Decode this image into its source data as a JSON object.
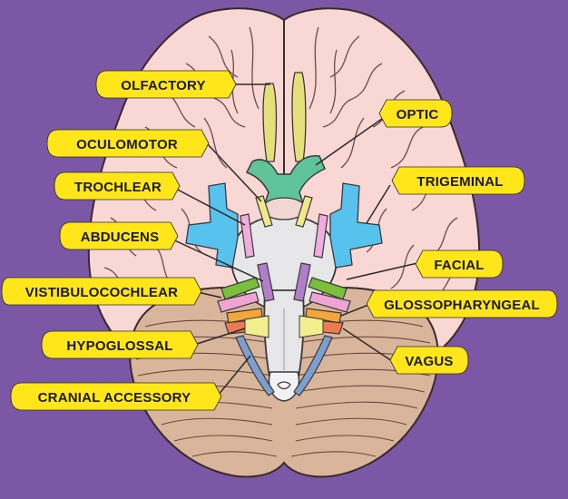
{
  "colors": {
    "background": "#7b57a6",
    "cerebrum": "#f8d7d5",
    "cerebellum": "#d9b59b",
    "brainstem": "#e7e7ea",
    "label_fill": "#ffe61a",
    "olfactory": "#e6e07a",
    "optic": "#5fc49a",
    "oculomotor": "#f1e88a",
    "trochlear": "#f2ade0",
    "trigeminal": "#58c2ee",
    "abducens": "#b17ec9",
    "facial": "#7bbf3c",
    "vestibulocochlear": "#f0a4d4",
    "glossopharyngeal": "#f4a63a",
    "vagus": "#ee7a54",
    "hypoglossal": "#f0ee8e",
    "accessory": "#7e9ed0"
  },
  "labels": {
    "olfactory": "OLFACTORY",
    "optic": "OPTIC",
    "oculomotor": "OCULOMOTOR",
    "trochlear": "TROCHLEAR",
    "trigeminal": "TRIGEMINAL",
    "abducens": "ABDUCENS",
    "facial": "FACIAL",
    "vistibulocochlear": "VISTIBULOCOCHLEAR",
    "glossopharyngeal": "GLOSSOPHARYNGEAL",
    "hypoglossal": "HYPOGLOSSAL",
    "vagus": "VAGUS",
    "cranial_accessory": "CRANIAL ACCESSORY"
  }
}
